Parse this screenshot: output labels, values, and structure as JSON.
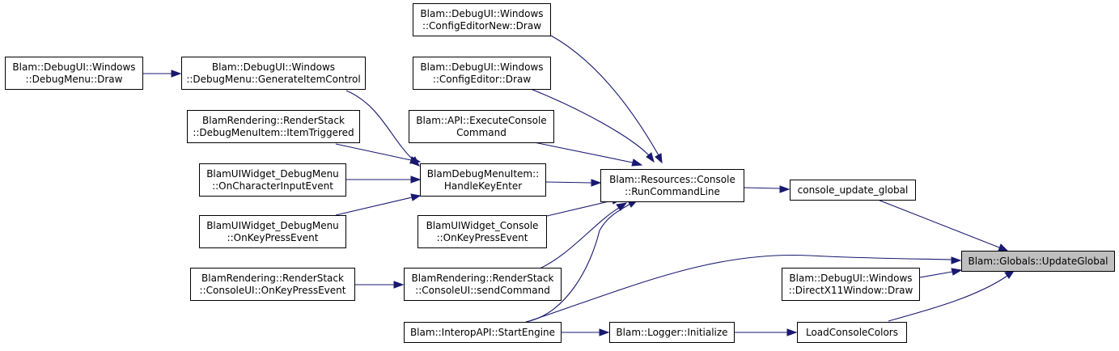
{
  "nodes": [
    {
      "id": "n_debugmenu_draw",
      "lines": [
        "Blam::DebugUI::Windows",
        "::DebugMenu::Draw"
      ]
    },
    {
      "id": "n_generate_item",
      "lines": [
        "Blam::DebugUI::Windows",
        "::DebugMenu::GenerateItemControl"
      ]
    },
    {
      "id": "n_item_triggered",
      "lines": [
        "BlamRendering::RenderStack",
        "::DebugMenuItem::ItemTriggered"
      ]
    },
    {
      "id": "n_char_input",
      "lines": [
        "BlamUIWidget_DebugMenu",
        "::OnCharacterInputEvent"
      ]
    },
    {
      "id": "n_keypress_debugmenu",
      "lines": [
        "BlamUIWidget_DebugMenu",
        "::OnKeyPressEvent"
      ]
    },
    {
      "id": "n_consoleui_keypress",
      "lines": [
        "BlamRendering::RenderStack",
        "::ConsoleUI::OnKeyPressEvent"
      ]
    },
    {
      "id": "n_handle_key_enter",
      "lines": [
        "BlamDebugMenuItem::",
        "HandleKeyEnter"
      ]
    },
    {
      "id": "n_send_command",
      "lines": [
        "BlamRendering::RenderStack",
        "::ConsoleUI::sendCommand"
      ]
    },
    {
      "id": "n_start_engine",
      "lines": [
        "Blam::InteropAPI::StartEngine"
      ]
    },
    {
      "id": "n_config_editor_new",
      "lines": [
        "Blam::DebugUI::Windows",
        "::ConfigEditorNew::Draw"
      ]
    },
    {
      "id": "n_config_editor",
      "lines": [
        "Blam::DebugUI::Windows",
        "::ConfigEditor::Draw"
      ]
    },
    {
      "id": "n_execute_console",
      "lines": [
        "Blam::API::ExecuteConsole",
        "Command"
      ]
    },
    {
      "id": "n_widget_console_keypress",
      "lines": [
        "BlamUIWidget_Console",
        "::OnKeyPressEvent"
      ]
    },
    {
      "id": "n_logger_init",
      "lines": [
        "Blam::Logger::Initialize"
      ]
    },
    {
      "id": "n_run_command_line",
      "lines": [
        "Blam::Resources::Console",
        "::RunCommandLine"
      ]
    },
    {
      "id": "n_console_update_global",
      "lines": [
        "console_update_global"
      ]
    },
    {
      "id": "n_load_console_colors",
      "lines": [
        "LoadConsoleColors"
      ]
    },
    {
      "id": "n_dx11_draw",
      "lines": [
        "Blam::DebugUI::Windows",
        "::DirectX11Window::Draw"
      ]
    },
    {
      "id": "n_update_global",
      "lines": [
        "Blam::Globals::UpdateGlobal"
      ],
      "highlight": true
    }
  ],
  "colors": {
    "edge": "#191970",
    "highlight_fill": "#bfbfbf",
    "node_fill": "#ffffff",
    "border": "#000000"
  }
}
